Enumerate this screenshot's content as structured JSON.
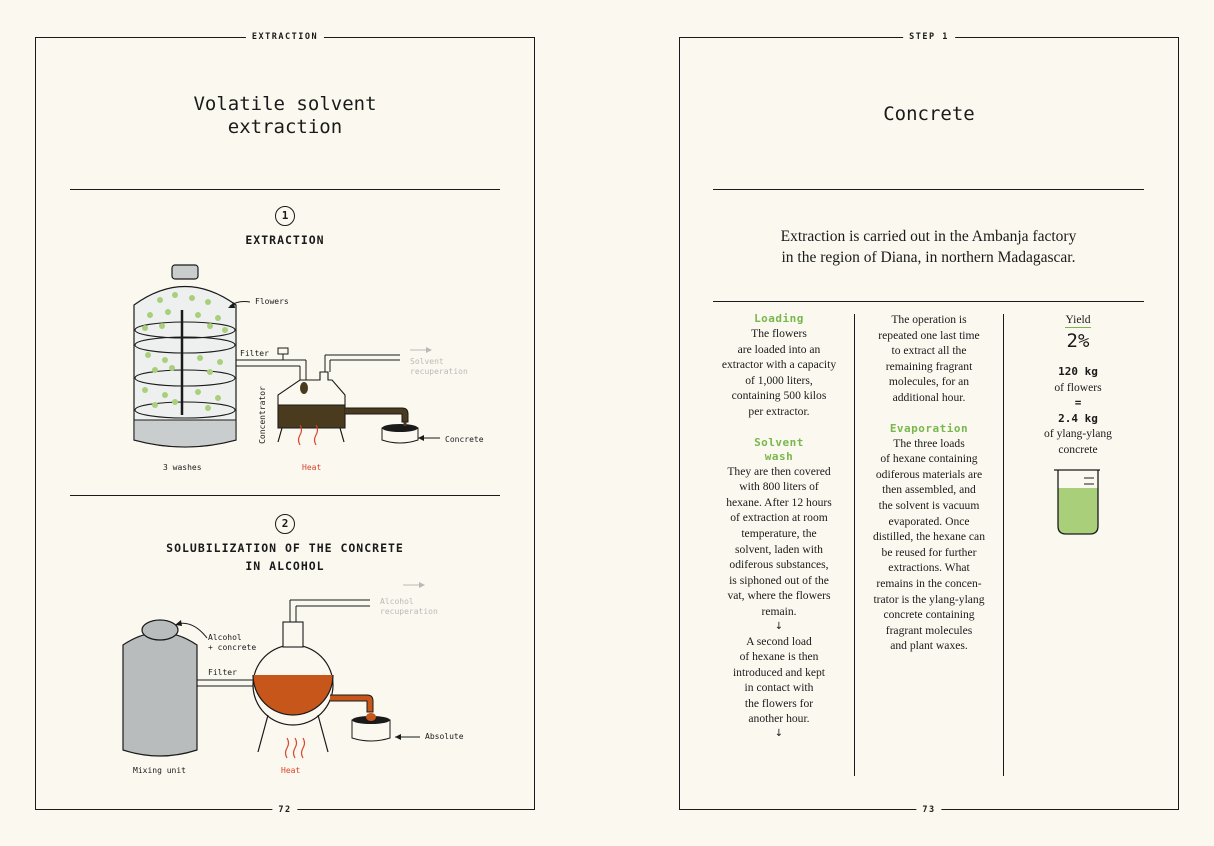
{
  "left_page": {
    "header_label": "EXTRACTION",
    "title_line1": "Volatile solvent",
    "title_line2": "extraction",
    "page_number": "72",
    "section1": {
      "number": "1",
      "heading": "EXTRACTION",
      "labels": {
        "flowers": "Flowers",
        "filter": "Filter",
        "solvent_line1": "Solvent",
        "solvent_line2": "recuperation",
        "concentrator": "Concentrator",
        "concrete": "Concrete",
        "washes": "3 washes",
        "heat": "Heat"
      }
    },
    "section2": {
      "number": "2",
      "heading_line1": "SOLUBILIZATION OF THE CONCRETE",
      "heading_line2": "IN ALCOHOL",
      "labels": {
        "alcohol_line1": "Alcohol",
        "alcohol_line2": "recuperation",
        "alcohol_concrete_line1": "Alcohol",
        "alcohol_concrete_line2": "+ concrete",
        "filter": "Filter",
        "absolute": "Absolute",
        "mixing_unit": "Mixing unit",
        "heat": "Heat"
      }
    }
  },
  "right_page": {
    "header_label": "STEP 1",
    "title": "Concrete",
    "page_number": "73",
    "intro_line1": "Extraction is carried out in the Ambanja factory",
    "intro_line2": "in the region of Diana, in northern Madagascar.",
    "col1": {
      "loading_head": "Loading",
      "loading_lines": [
        "The flowers",
        "are loaded into an",
        "extractor with a capacity",
        "of 1,000 liters,",
        "containing 500 kilos",
        "per extractor."
      ],
      "solvent_head_line1": "Solvent",
      "solvent_head_line2": "wash",
      "solvent_lines": [
        "They are then covered",
        "with 800 liters of",
        "hexane. After 12 hours",
        "of extraction at room",
        "temperature, the",
        "solvent, laden with",
        "odiferous substances,",
        "is siphoned out of the",
        "vat, where the flowers",
        "remain."
      ],
      "arrow1": "↓",
      "second_lines": [
        "A second load",
        "of hexane is then",
        "introduced and kept",
        "in contact with",
        "the flowers for",
        "another hour."
      ],
      "arrow2": "↓"
    },
    "col2": {
      "op_lines": [
        "The operation is",
        "repeated one last time",
        "to extract all the",
        "remaining fragrant",
        "molecules, for an",
        "additional hour."
      ],
      "evap_head": "Evaporation",
      "evap_lines": [
        "The three loads",
        "of hexane containing",
        "odiferous materials are",
        "then assembled, and",
        "the solvent is vacuum",
        "evaporated. Once",
        "distilled, the hexane can",
        "be reused for further",
        "extractions. What",
        "remains in the concen-",
        "trator is the ylang-ylang",
        "concrete containing",
        "fragrant molecules",
        "and plant waxes."
      ]
    },
    "col3": {
      "yield_label": "Yield",
      "yield_value": "2%",
      "flowers_amount": "120 kg",
      "flowers_text": "of flowers",
      "equals": "=",
      "concrete_amount": "2.4 kg",
      "concrete_text_line1": "of ylang-ylang",
      "concrete_text_line2": "concrete"
    }
  },
  "colors": {
    "background": "#fbf9ef",
    "ink": "#1a1a1a",
    "green": "#78b74d",
    "liquid_green": "#a9cf7a",
    "heat_red": "#d9412b",
    "brown_concrete": "#4a3a1e",
    "orange_absolute": "#c6561a",
    "steel_grey": "#b8bcbd",
    "faint_grey": "#b9b9b9"
  }
}
